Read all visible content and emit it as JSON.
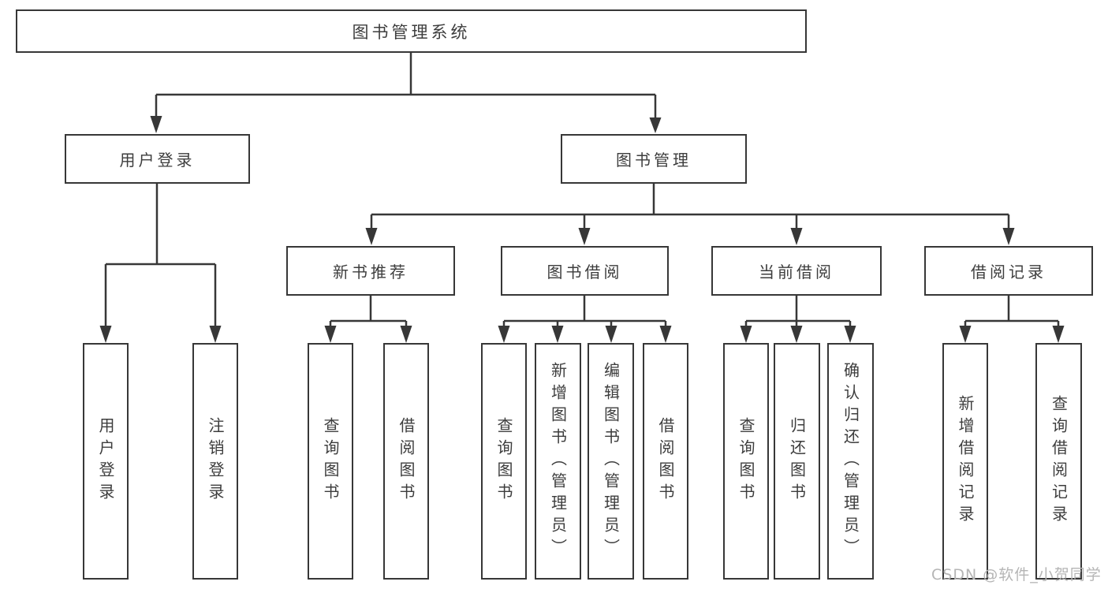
{
  "diagram": {
    "root": {
      "label": "图书管理系统"
    },
    "branches": [
      {
        "label": "用户登录",
        "children": [
          {
            "label": "用户登录"
          },
          {
            "label": "注销登录"
          }
        ]
      },
      {
        "label": "图书管理",
        "children": [
          {
            "label": "新书推荐",
            "children": [
              {
                "label": "查询图书"
              },
              {
                "label": "借阅图书"
              }
            ]
          },
          {
            "label": "图书借阅",
            "children": [
              {
                "label": "查询图书"
              },
              {
                "label": "新增图书（管理员）"
              },
              {
                "label": "编辑图书（管理员）"
              },
              {
                "label": "借阅图书"
              }
            ]
          },
          {
            "label": "当前借阅",
            "children": [
              {
                "label": "查询图书"
              },
              {
                "label": "归还图书"
              },
              {
                "label": "确认归还（管理员）"
              }
            ]
          },
          {
            "label": "借阅记录",
            "children": [
              {
                "label": "新增借阅记录"
              },
              {
                "label": "查询借阅记录"
              }
            ]
          }
        ]
      }
    ]
  },
  "watermark": {
    "text": "CSDN @软件_小贺同学",
    "color": "#b5b5b5"
  },
  "colors": {
    "line": "#373737",
    "text": "#3d3d3d",
    "background": "#ffffff"
  }
}
